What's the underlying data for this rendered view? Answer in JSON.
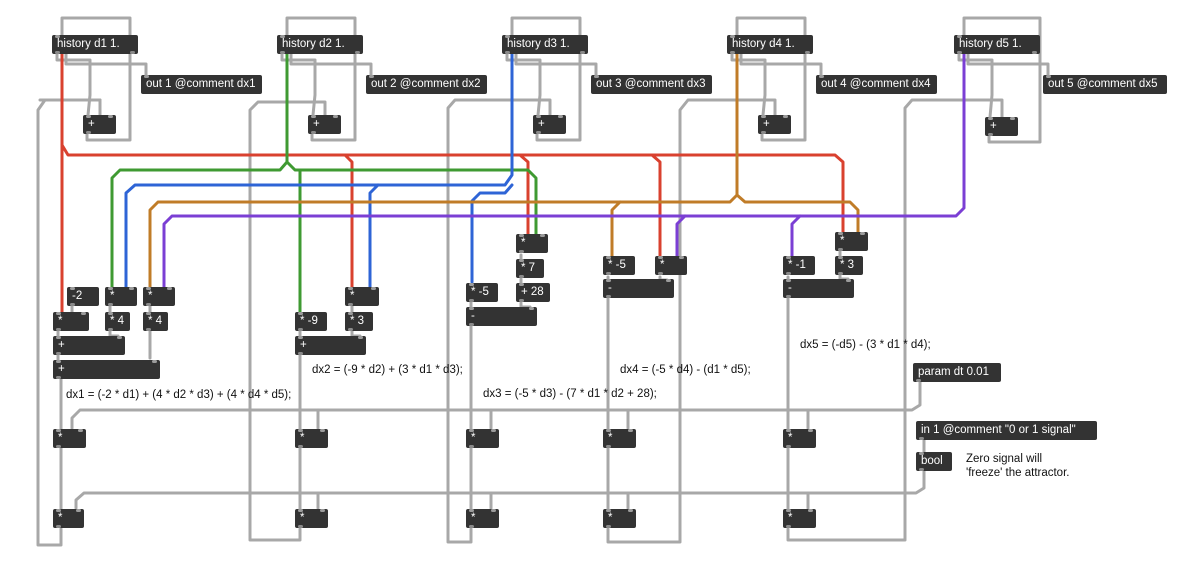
{
  "patch": {
    "history": [
      {
        "text": "history d1 1."
      },
      {
        "text": "history d2 1."
      },
      {
        "text": "history d3 1."
      },
      {
        "text": "history d4 1."
      },
      {
        "text": "history d5 1."
      }
    ],
    "outs": [
      {
        "text": "out 1 @comment dx1"
      },
      {
        "text": "out 2 @comment dx2"
      },
      {
        "text": "out 3 @comment dx3"
      },
      {
        "text": "out 4 @comment dx4"
      },
      {
        "text": "out 5 @comment dx5"
      }
    ],
    "plus_label": "+",
    "ops": {
      "k_neg2": "-2",
      "mul": "*",
      "x4": "* 4",
      "x_neg9": "* -9",
      "x3": "* 3",
      "x_neg5": "* -5",
      "x7": "* 7",
      "p28": "+ 28",
      "x_neg1": "* -1",
      "plus": "+",
      "minus": "-"
    },
    "param": "param dt 0.01",
    "inlet": "in 1 @comment \"0 or 1 signal\"",
    "bool": "bool",
    "comments": {
      "dx1": "dx1 = (-2 * d1) + (4 * d2 * d3) + (4 * d4 * d5);",
      "dx2": "dx2 = (-9 * d2) + (3 * d1 * d3);",
      "dx3": "dx3 = (-5 * d3) - (7 * d1 * d2 + 28);",
      "dx4": "dx4 = (-5 * d4) - (d1 * d5);",
      "dx5": "dx5 = (-d5) - (3 * d1 * d4);",
      "freeze_line1": "Zero signal will",
      "freeze_line2": "'freeze' the attractor."
    },
    "wire_colors": {
      "d1": "#d9412f",
      "d2": "#3f9a32",
      "d3": "#2e64d6",
      "d4": "#c07c28",
      "d5": "#7b3fd4",
      "plain": "#a8a8a8"
    }
  }
}
